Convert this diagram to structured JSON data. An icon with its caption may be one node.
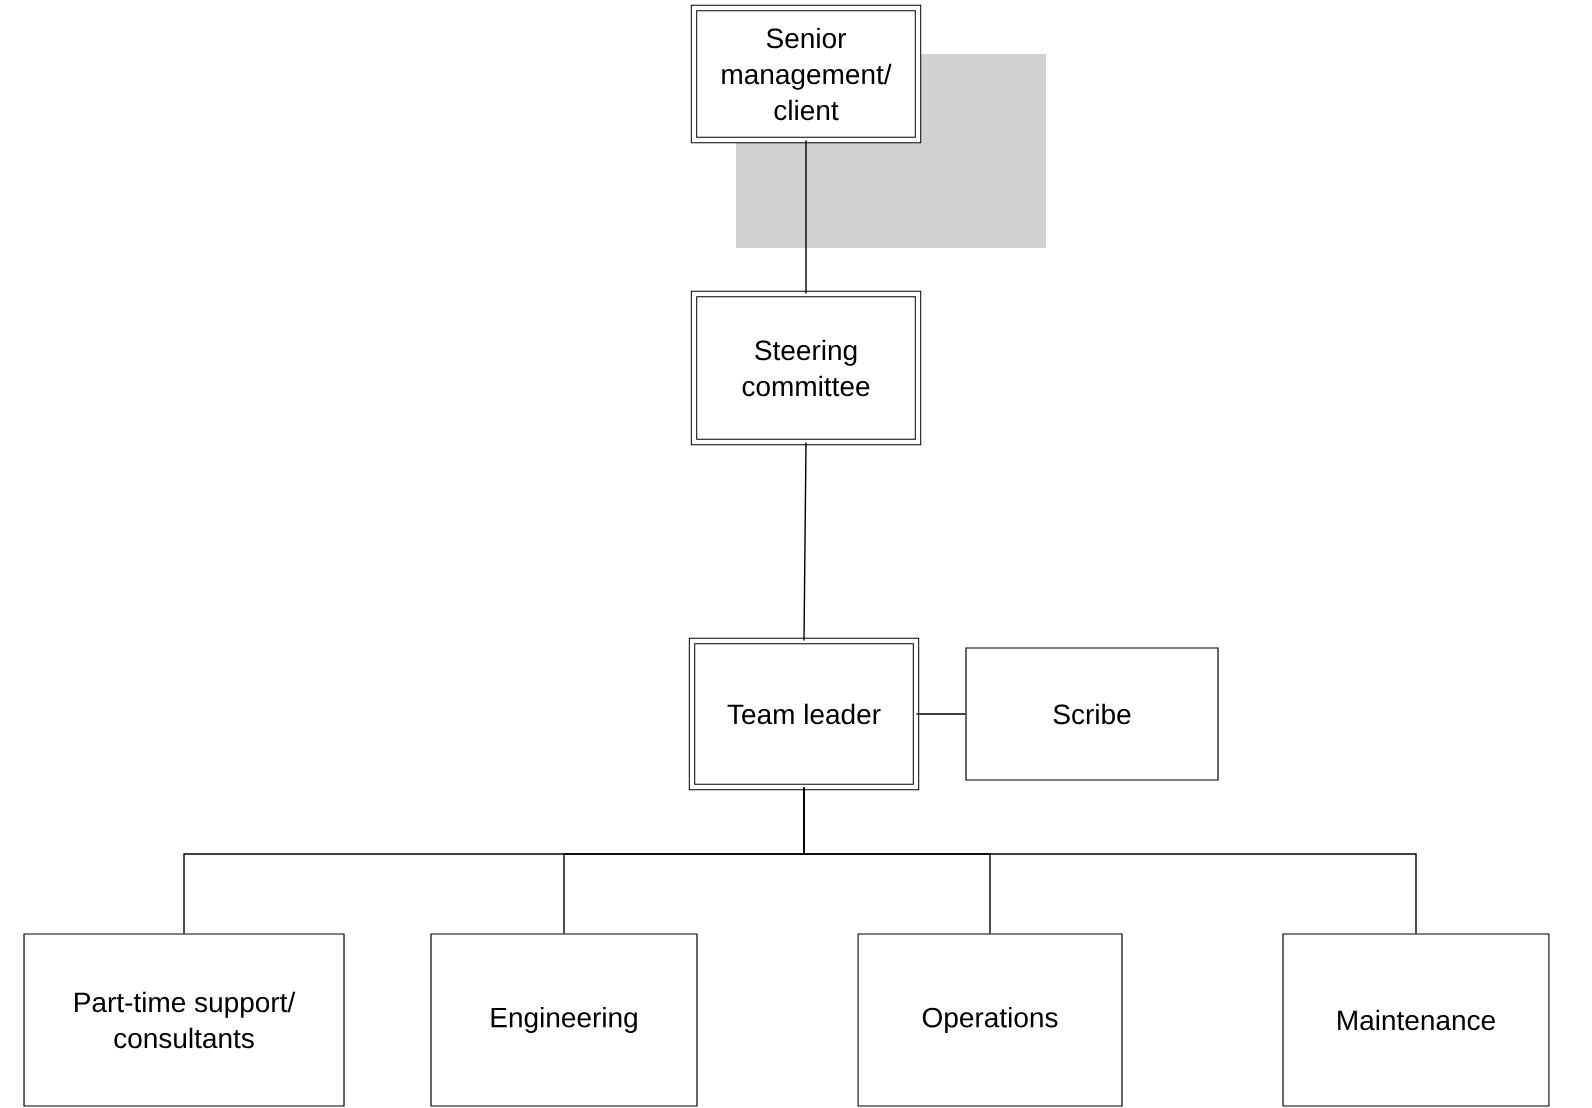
{
  "diagram": {
    "nodes": [
      {
        "text": [
          "Senior management/ client"
        ]
      },
      {
        "text": [
          "Steering committee"
        ]
      },
      {
        "text": [
          "Team leader"
        ]
      },
      {
        "text": [
          "Scribe"
        ]
      },
      {
        "text": [
          "Part-time support/ consultants"
        ]
      },
      {
        "text": [
          "Engineering"
        ]
      },
      {
        "text": [
          "Operations"
        ]
      },
      {
        "text": [
          "Maintenance"
        ]
      }
    ],
    "edges": [
      {
        "from": 0,
        "to": 1,
        "arrow": "none"
      },
      {
        "from": 1,
        "to": 2,
        "arrow": "none"
      },
      {
        "from": 2,
        "to": 3,
        "arrow": "none"
      },
      {
        "from": 2,
        "to": 4,
        "arrow": "none"
      },
      {
        "from": 2,
        "to": 5,
        "arrow": "none"
      },
      {
        "from": 2,
        "to": 6,
        "arrow": "none"
      },
      {
        "from": 2,
        "to": 7,
        "arrow": "none"
      }
    ]
  }
}
